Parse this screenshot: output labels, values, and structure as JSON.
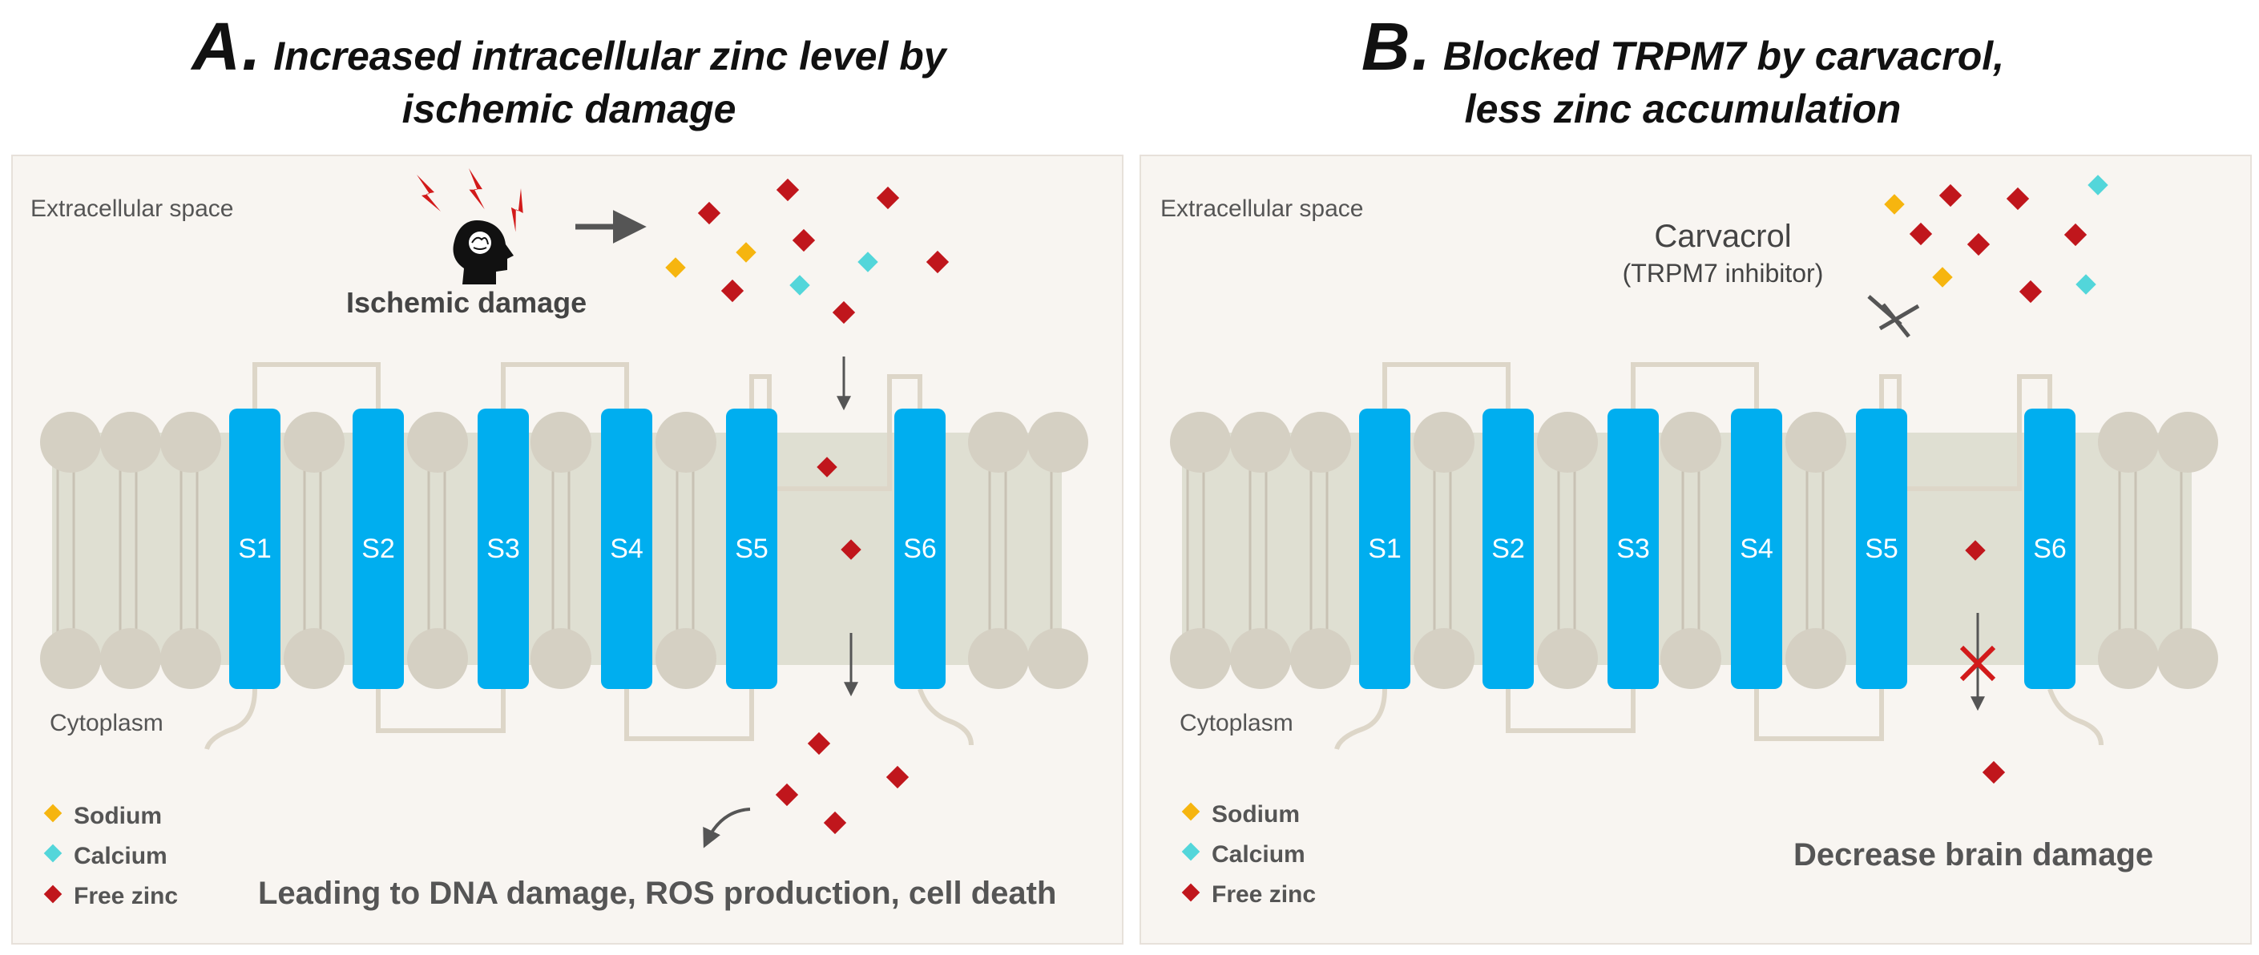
{
  "panelA": {
    "letter": "A.",
    "title_line1": "Increased intracellular zinc level by",
    "title_line2": "ischemic damage",
    "extracellular": "Extracellular space",
    "cytoplasm": "Cytoplasm",
    "ischemic": "Ischemic damage",
    "caption": "Leading to DNA damage, ROS production, cell death"
  },
  "panelB": {
    "letter": "B.",
    "title_line1": "Blocked TRPM7 by carvacrol,",
    "title_line2": "less zinc accumulation",
    "extracellular": "Extracellular space",
    "cytoplasm": "Cytoplasm",
    "carvacrol": "Carvacrol",
    "inhibitor": "(TRPM7 inhibitor)",
    "caption": "Decrease brain damage"
  },
  "segments": [
    "S1",
    "S2",
    "S3",
    "S4",
    "S5",
    "S6"
  ],
  "legend": {
    "sodium": "Sodium",
    "calcium": "Calcium",
    "zinc": "Free zinc"
  },
  "colors": {
    "helix": "#00aeef",
    "lipid_head": "#d5d0c3",
    "membrane": "#dfdfd2",
    "loop": "#ddd6c8",
    "sodium": "#f6b50f",
    "calcium": "#53d6da",
    "zinc": "#c0161c",
    "lightning": "#d21a1a"
  },
  "icons": {
    "brain": "head-brain-icon",
    "lightning": "lightning-bolt-icon",
    "block": "cross-mark-icon"
  }
}
